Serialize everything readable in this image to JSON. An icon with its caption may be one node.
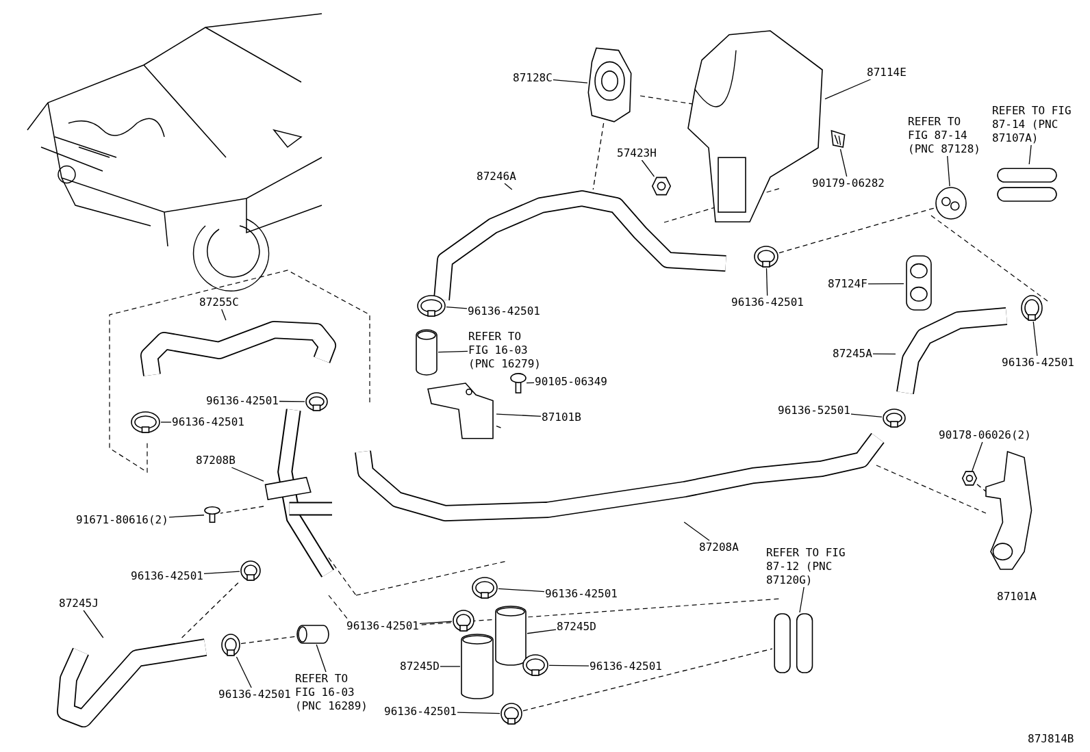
{
  "diagram": {
    "nodes": [
      {
        "text": [
          "87128C"
        ]
      },
      {
        "text": [],
        "shape": "picture"
      },
      {
        "text": [
          "87114E"
        ]
      },
      {
        "text": [],
        "shape": "picture"
      },
      {
        "text": [
          "87246A"
        ]
      },
      {
        "text": [],
        "shape": "picture"
      },
      {
        "text": [
          "57423H"
        ]
      },
      {
        "text": [],
        "shape": "picture"
      },
      {
        "text": [
          "90179-06282"
        ]
      },
      {
        "text": [],
        "shape": "picture"
      },
      {
        "text": [
          "REFER TO FIG 87-14 (PNC 87128)"
        ]
      },
      {
        "text": [],
        "shape": "picture"
      },
      {
        "text": [
          "REFER TO FIG 87-14 (PNC 87107A)"
        ]
      },
      {
        "text": [],
        "shape": "picture"
      },
      {
        "text": [
          "96136-42501"
        ]
      },
      {
        "text": [],
        "shape": "picture"
      },
      {
        "text": [
          "96136-42501"
        ]
      },
      {
        "text": [],
        "shape": "picture"
      },
      {
        "text": [
          "REFER TO FIG 16-03 (PNC 16279)"
        ]
      },
      {
        "text": [],
        "shape": "picture"
      },
      {
        "text": [
          "87124F"
        ]
      },
      {
        "text": [],
        "shape": "picture"
      },
      {
        "text": [
          "87245A"
        ]
      },
      {
        "text": [],
        "shape": "picture"
      },
      {
        "text": [
          "96136-42501"
        ]
      },
      {
        "text": [],
        "shape": "picture"
      },
      {
        "text": [
          "87255C"
        ]
      },
      {
        "text": [],
        "shape": "picture"
      },
      {
        "text": [
          "96136-42501"
        ]
      },
      {
        "text": [],
        "shape": "picture"
      },
      {
        "text": [
          "96136-42501"
        ]
      },
      {
        "text": [],
        "shape": "picture"
      },
      {
        "text": [
          "87208B"
        ]
      },
      {
        "text": [],
        "shape": "picture"
      },
      {
        "text": [
          "91671-80616(2)"
        ]
      },
      {
        "text": [],
        "shape": "picture"
      },
      {
        "text": [
          "96136-42501"
        ]
      },
      {
        "text": [],
        "shape": "picture"
      },
      {
        "text": [
          "87245J"
        ]
      },
      {
        "text": [],
        "shape": "picture"
      },
      {
        "text": [
          "96136-42501"
        ]
      },
      {
        "text": [],
        "shape": "picture"
      },
      {
        "text": [
          "REFER TO FIG 16-03 (PNC 16289)"
        ]
      },
      {
        "text": [],
        "shape": "picture"
      },
      {
        "text": [
          "96136-42501"
        ]
      },
      {
        "text": [],
        "shape": "picture"
      },
      {
        "text": [
          "96136-42501"
        ]
      },
      {
        "text": [],
        "shape": "picture"
      },
      {
        "text": [
          "87245D"
        ]
      },
      {
        "text": [],
        "shape": "picture"
      },
      {
        "text": [
          "87245D"
        ]
      },
      {
        "text": [],
        "shape": "picture"
      },
      {
        "text": [
          "96136-42501"
        ]
      },
      {
        "text": [],
        "shape": "picture"
      },
      {
        "text": [
          "96136-42501"
        ]
      },
      {
        "text": [],
        "shape": "picture"
      },
      {
        "text": [
          "REFER TO FIG 87-12 (PNC 87120G)"
        ]
      },
      {
        "text": [],
        "shape": "picture"
      },
      {
        "text": [
          "90105-06349"
        ]
      },
      {
        "text": [],
        "shape": "picture"
      },
      {
        "text": [
          "87101B"
        ]
      },
      {
        "text": [],
        "shape": "picture"
      },
      {
        "text": [
          "96136-52501"
        ]
      },
      {
        "text": [],
        "shape": "picture"
      },
      {
        "text": [
          "87208A"
        ]
      },
      {
        "text": [],
        "shape": "picture"
      },
      {
        "text": [
          "90178-06026(2)"
        ]
      },
      {
        "text": [],
        "shape": "picture"
      },
      {
        "text": [
          "87101A"
        ]
      },
      {
        "text": [],
        "shape": "picture"
      }
    ],
    "edges": [
      {
        "from": 0,
        "to": 1,
        "arrow": "none"
      },
      {
        "from": 2,
        "to": 3,
        "arrow": "none"
      },
      {
        "from": 4,
        "to": 5,
        "arrow": "none"
      },
      {
        "from": 6,
        "to": 7,
        "arrow": "none"
      },
      {
        "from": 8,
        "to": 9,
        "arrow": "none"
      },
      {
        "from": 10,
        "to": 11,
        "arrow": "none"
      },
      {
        "from": 12,
        "to": 13,
        "arrow": "none"
      },
      {
        "from": 14,
        "to": 15,
        "arrow": "none"
      },
      {
        "from": 16,
        "to": 17,
        "arrow": "none"
      },
      {
        "from": 18,
        "to": 19,
        "arrow": "none"
      },
      {
        "from": 20,
        "to": 21,
        "arrow": "none"
      },
      {
        "from": 22,
        "to": 23,
        "arrow": "none"
      },
      {
        "from": 24,
        "to": 25,
        "arrow": "none"
      },
      {
        "from": 26,
        "to": 27,
        "arrow": "none"
      },
      {
        "from": 28,
        "to": 29,
        "arrow": "none"
      },
      {
        "from": 30,
        "to": 31,
        "arrow": "none"
      },
      {
        "from": 32,
        "to": 33,
        "arrow": "none"
      },
      {
        "from": 34,
        "to": 35,
        "arrow": "none"
      },
      {
        "from": 36,
        "to": 37,
        "arrow": "none"
      },
      {
        "from": 38,
        "to": 39,
        "arrow": "none"
      },
      {
        "from": 40,
        "to": 41,
        "arrow": "none"
      },
      {
        "from": 42,
        "to": 43,
        "arrow": "none"
      },
      {
        "from": 44,
        "to": 45,
        "arrow": "none"
      },
      {
        "from": 46,
        "to": 47,
        "arrow": "none"
      },
      {
        "from": 48,
        "to": 49,
        "arrow": "none"
      },
      {
        "from": 50,
        "to": 51,
        "arrow": "none"
      },
      {
        "from": 52,
        "to": 53,
        "arrow": "none"
      },
      {
        "from": 54,
        "to": 55,
        "arrow": "none"
      },
      {
        "from": 56,
        "to": 57,
        "arrow": "none"
      },
      {
        "from": 58,
        "to": 59,
        "arrow": "none"
      },
      {
        "from": 60,
        "to": 61,
        "arrow": "none"
      },
      {
        "from": 62,
        "to": 63,
        "arrow": "none"
      },
      {
        "from": 64,
        "to": 65,
        "arrow": "none"
      },
      {
        "from": 66,
        "to": 67,
        "arrow": "none"
      },
      {
        "from": 1,
        "to": 5,
        "arrow": "none",
        "style": "dashed"
      },
      {
        "from": 15,
        "to": 11,
        "arrow": "none",
        "style": "dashed"
      },
      {
        "from": 33,
        "to": 35,
        "arrow": "none",
        "style": "dashed"
      },
      {
        "from": 39,
        "to": 37,
        "arrow": "none",
        "style": "dashed"
      },
      {
        "from": 41,
        "to": 43,
        "arrow": "none",
        "style": "dashed"
      },
      {
        "from": 55,
        "to": 57,
        "arrow": "none",
        "style": "dashed"
      },
      {
        "from": 61,
        "to": 65,
        "arrow": "none",
        "style": "dashed"
      },
      {
        "from": 67,
        "to": 69,
        "arrow": "none",
        "style": "dashed"
      }
    ],
    "labels": [
      "87J814B"
    ]
  }
}
